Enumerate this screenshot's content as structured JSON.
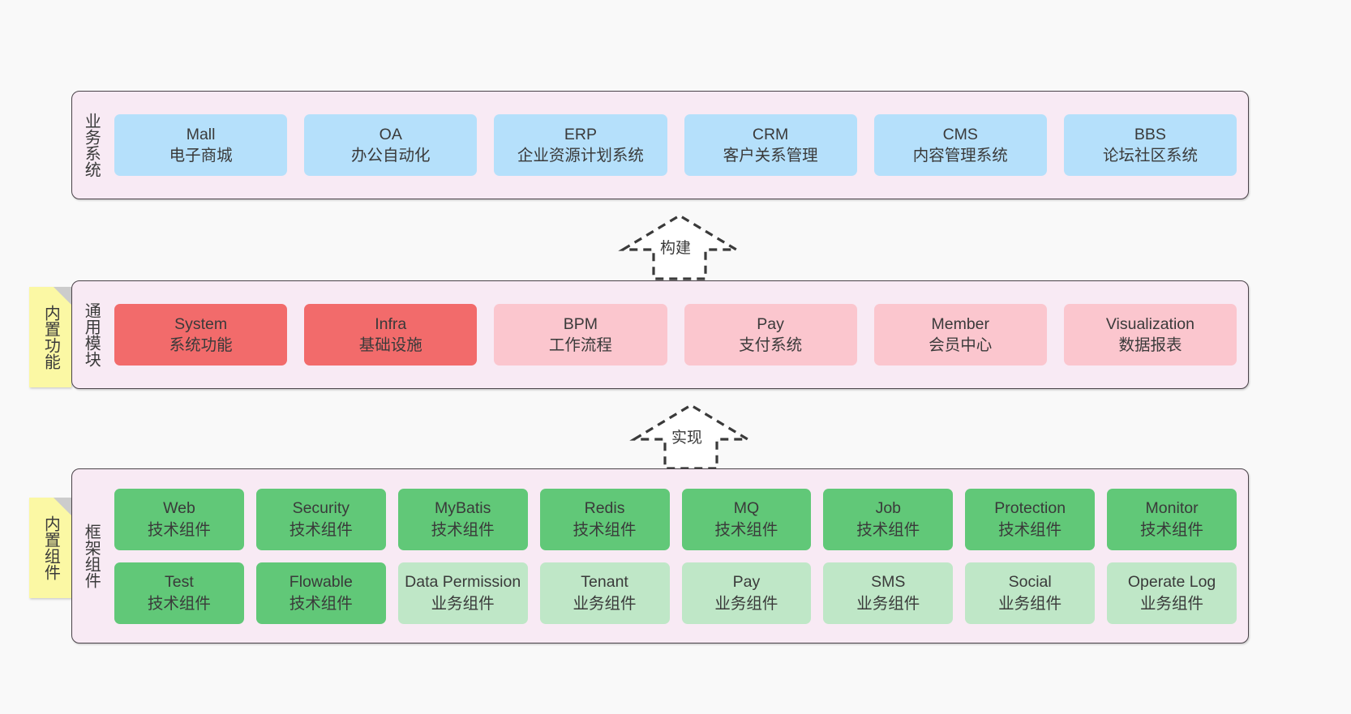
{
  "diagram": {
    "background_color": "#f9f9f9",
    "panel_color": "#f8eaf4",
    "panel_border_color": "#4a4349",
    "note_color": "#fbf8a4"
  },
  "layers": [
    {
      "id": "business-system",
      "title": "业务系统",
      "note": null,
      "rows": [
        {
          "nodes": [
            {
              "name": "Mall",
              "desc": "电子商城",
              "color": "#b5e0fb",
              "style": "blue"
            },
            {
              "name": "OA",
              "desc": "办公自动化",
              "color": "#b5e0fb",
              "style": "blue"
            },
            {
              "name": "ERP",
              "desc": "企业资源计划系统",
              "color": "#b5e0fb",
              "style": "blue"
            },
            {
              "name": "CRM",
              "desc": "客户关系管理",
              "color": "#b5e0fb",
              "style": "blue"
            },
            {
              "name": "CMS",
              "desc": "内容管理系统",
              "color": "#b5e0fb",
              "style": "blue"
            },
            {
              "name": "BBS",
              "desc": "论坛社区系统",
              "color": "#b5e0fb",
              "style": "blue"
            }
          ]
        }
      ]
    },
    {
      "id": "common-module",
      "title": "通用模块",
      "note": "内置功能",
      "rows": [
        {
          "nodes": [
            {
              "name": "System",
              "desc": "系统功能",
              "color": "#f26b6b",
              "style": "red"
            },
            {
              "name": "Infra",
              "desc": "基础设施",
              "color": "#f26b6b",
              "style": "red"
            },
            {
              "name": "BPM",
              "desc": "工作流程",
              "color": "#fbc6ce",
              "style": "pink"
            },
            {
              "name": "Pay",
              "desc": "支付系统",
              "color": "#fbc6ce",
              "style": "pink"
            },
            {
              "name": "Member",
              "desc": "会员中心",
              "color": "#fbc6ce",
              "style": "pink"
            },
            {
              "name": "Visualization",
              "desc": "数据报表",
              "color": "#fbc6ce",
              "style": "pink"
            }
          ]
        }
      ]
    },
    {
      "id": "framework-component",
      "title": "框架组件",
      "note": "内置组件",
      "rows": [
        {
          "nodes": [
            {
              "name": "Web",
              "desc": "技术组件",
              "color": "#61c878",
              "style": "green"
            },
            {
              "name": "Security",
              "desc": "技术组件",
              "color": "#61c878",
              "style": "green"
            },
            {
              "name": "MyBatis",
              "desc": "技术组件",
              "color": "#61c878",
              "style": "green"
            },
            {
              "name": "Redis",
              "desc": "技术组件",
              "color": "#61c878",
              "style": "green"
            },
            {
              "name": "MQ",
              "desc": "技术组件",
              "color": "#61c878",
              "style": "green"
            },
            {
              "name": "Job",
              "desc": "技术组件",
              "color": "#61c878",
              "style": "green"
            },
            {
              "name": "Protection",
              "desc": "技术组件",
              "color": "#61c878",
              "style": "green"
            },
            {
              "name": "Monitor",
              "desc": "技术组件",
              "color": "#61c878",
              "style": "green"
            }
          ]
        },
        {
          "nodes": [
            {
              "name": "Test",
              "desc": "技术组件",
              "color": "#61c878",
              "style": "green"
            },
            {
              "name": "Flowable",
              "desc": "技术组件",
              "color": "#61c878",
              "style": "green"
            },
            {
              "name": "Data Permission",
              "desc": "业务组件",
              "color": "#bfe7c7",
              "style": "lgreen"
            },
            {
              "name": "Tenant",
              "desc": "业务组件",
              "color": "#bfe7c7",
              "style": "lgreen"
            },
            {
              "name": "Pay",
              "desc": "业务组件",
              "color": "#bfe7c7",
              "style": "lgreen"
            },
            {
              "name": "SMS",
              "desc": "业务组件",
              "color": "#bfe7c7",
              "style": "lgreen"
            },
            {
              "name": "Social",
              "desc": "业务组件",
              "color": "#bfe7c7",
              "style": "lgreen"
            },
            {
              "name": "Operate Log",
              "desc": "业务组件",
              "color": "#bfe7c7",
              "style": "lgreen"
            }
          ]
        }
      ]
    }
  ],
  "connectors": [
    {
      "id": "build",
      "label": "构建",
      "from": "common-module",
      "to": "business-system"
    },
    {
      "id": "implement",
      "label": "实现",
      "from": "framework-component",
      "to": "common-module"
    }
  ]
}
